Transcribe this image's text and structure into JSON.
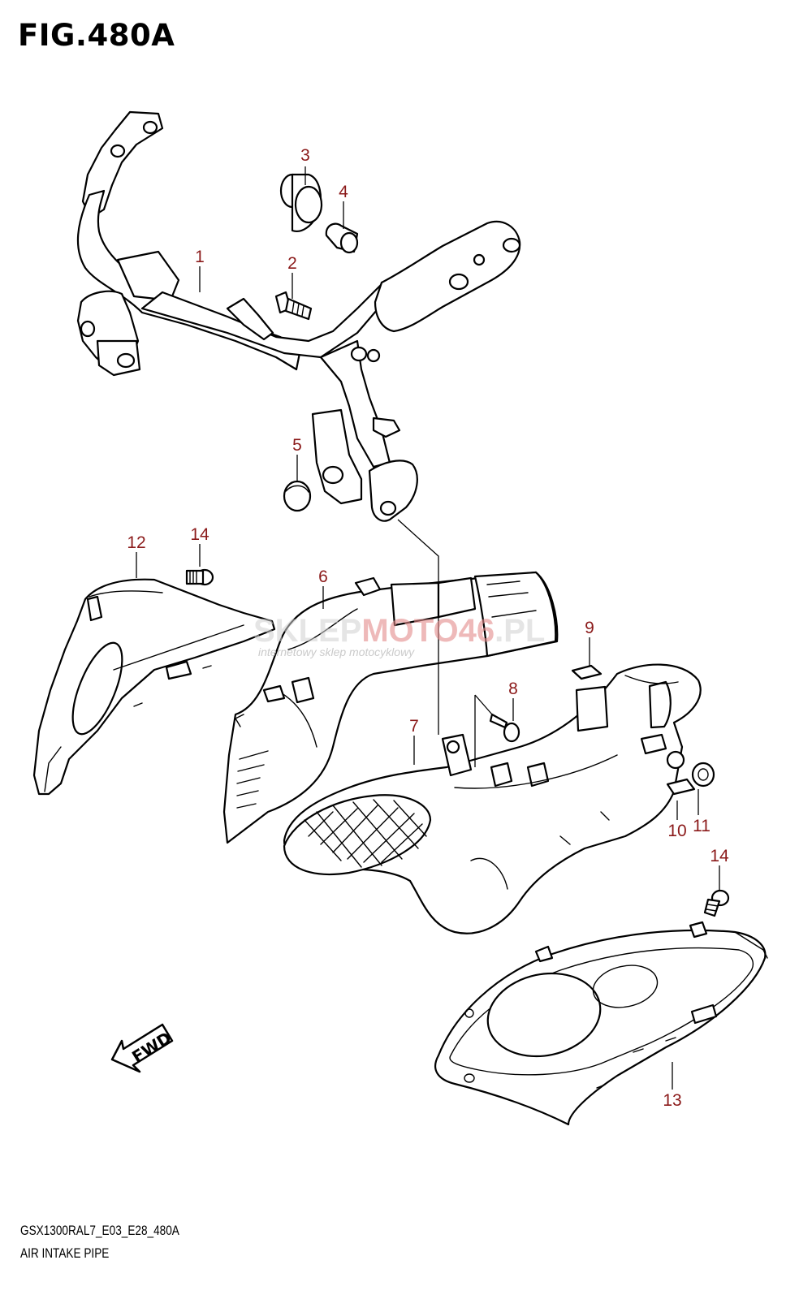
{
  "figure": {
    "title": "FIG.480A",
    "code": "GSX1300RAL7_E03_E28_480A",
    "name": "AIR INTAKE PIPE"
  },
  "callouts": {
    "c1": "1",
    "c2": "2",
    "c3": "3",
    "c4": "4",
    "c5": "5",
    "c6": "6",
    "c7": "7",
    "c8": "8",
    "c9": "9",
    "c10": "10",
    "c11": "11",
    "c12": "12",
    "c13": "13",
    "c14a": "14",
    "c14b": "14"
  },
  "watermark": {
    "brand_gray_1": "SKLEP",
    "brand_red": "MOTO46",
    "brand_gray_2": ".PL",
    "tagline": "internetowy sklep motocyklowy"
  },
  "fwd_label": "FWD",
  "colors": {
    "callout": "#8b1a1a",
    "line": "#000000"
  }
}
